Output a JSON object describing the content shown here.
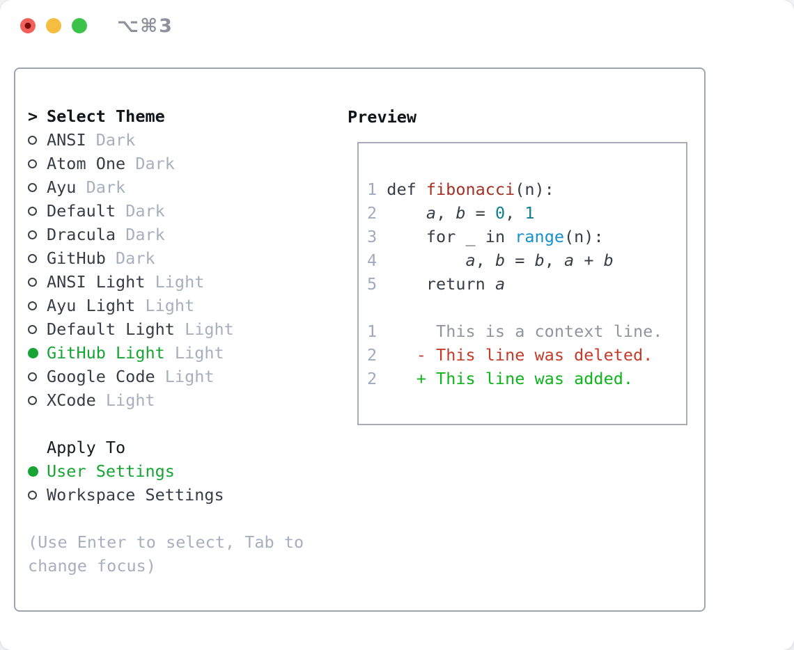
{
  "titlebar": {
    "shortcut_label": "⌥⌘3",
    "traffic_lights": [
      {
        "name": "close",
        "color": "#f2605c",
        "inner_dot": "#7c0c06"
      },
      {
        "name": "minimize",
        "color": "#f6be40",
        "inner_dot": null
      },
      {
        "name": "zoom",
        "color": "#3ec34a",
        "inner_dot": null
      }
    ]
  },
  "theme_panel": {
    "title": "Select Theme",
    "title_prefix": ">",
    "items": [
      {
        "name": "ANSI",
        "variant": "Dark",
        "selected": false
      },
      {
        "name": "Atom One",
        "variant": "Dark",
        "selected": false
      },
      {
        "name": "Ayu",
        "variant": "Dark",
        "selected": false
      },
      {
        "name": "Default",
        "variant": "Dark",
        "selected": false
      },
      {
        "name": "Dracula",
        "variant": "Dark",
        "selected": false
      },
      {
        "name": "GitHub",
        "variant": "Dark",
        "selected": false
      },
      {
        "name": "ANSI Light",
        "variant": "Light",
        "selected": false
      },
      {
        "name": "Ayu Light",
        "variant": "Light",
        "selected": false
      },
      {
        "name": "Default Light",
        "variant": "Light",
        "selected": false
      },
      {
        "name": "GitHub Light",
        "variant": "Light",
        "selected": true
      },
      {
        "name": "Google Code",
        "variant": "Light",
        "selected": false
      },
      {
        "name": "XCode",
        "variant": "Light",
        "selected": false
      }
    ],
    "apply_to": {
      "title": "Apply To",
      "options": [
        {
          "label": "User Settings",
          "selected": true
        },
        {
          "label": "Workspace Settings",
          "selected": false
        }
      ]
    },
    "hint_lines": [
      "(Use Enter to select, Tab to",
      "change focus)"
    ]
  },
  "preview": {
    "title": "Preview",
    "lines": [
      {
        "segments": [
          [
            "1 ",
            "ln"
          ],
          [
            "def ",
            "pl"
          ],
          [
            "fibonacci",
            "fn"
          ],
          [
            "(n):",
            "pl"
          ]
        ]
      },
      {
        "segments": [
          [
            "2",
            "ln"
          ],
          [
            "     ",
            "pl"
          ],
          [
            "a",
            "id"
          ],
          [
            ", ",
            "pl"
          ],
          [
            "b",
            "id"
          ],
          [
            " = ",
            "pl"
          ],
          [
            "0",
            "num"
          ],
          [
            ", ",
            "pl"
          ],
          [
            "1",
            "num"
          ]
        ]
      },
      {
        "segments": [
          [
            "3",
            "ln"
          ],
          [
            "     ",
            "pl"
          ],
          [
            "for _ in ",
            "pl"
          ],
          [
            "range",
            "bi"
          ],
          [
            "(n):",
            "pl"
          ]
        ]
      },
      {
        "segments": [
          [
            "4",
            "ln"
          ],
          [
            "         ",
            "pl"
          ],
          [
            "a",
            "id"
          ],
          [
            ", ",
            "pl"
          ],
          [
            "b",
            "id"
          ],
          [
            " = ",
            "pl"
          ],
          [
            "b",
            "id"
          ],
          [
            ", ",
            "pl"
          ],
          [
            "a",
            "id"
          ],
          [
            " + ",
            "pl"
          ],
          [
            "b",
            "id"
          ]
        ]
      },
      {
        "segments": [
          [
            "5",
            "ln"
          ],
          [
            "     ",
            "pl"
          ],
          [
            "return ",
            "pl"
          ],
          [
            "a",
            "id"
          ]
        ]
      },
      {
        "segments": []
      },
      {
        "segments": [
          [
            "1",
            "ln"
          ],
          [
            "      ",
            "pl"
          ],
          [
            "This is a context line.",
            "ctx"
          ]
        ]
      },
      {
        "segments": [
          [
            "2",
            "ln"
          ],
          [
            "    ",
            "pl"
          ],
          [
            "- This line was deleted.",
            "del"
          ]
        ]
      },
      {
        "segments": [
          [
            "2",
            "ln"
          ],
          [
            "    ",
            "pl"
          ],
          [
            "+ This line was added.",
            "add"
          ]
        ]
      }
    ]
  },
  "colors": {
    "selected_green": "#17a434",
    "added_green": "#0db41b",
    "deleted_red": "#c53b2a",
    "function_red": "#a53125",
    "number_teal": "#0c7f8d",
    "builtin_blue": "#1490cd",
    "text_dark": "#363d45",
    "muted_gray": "#a6b0bc",
    "line_number_gray": "#9fabbd",
    "border_gray": "#9da6b0"
  }
}
